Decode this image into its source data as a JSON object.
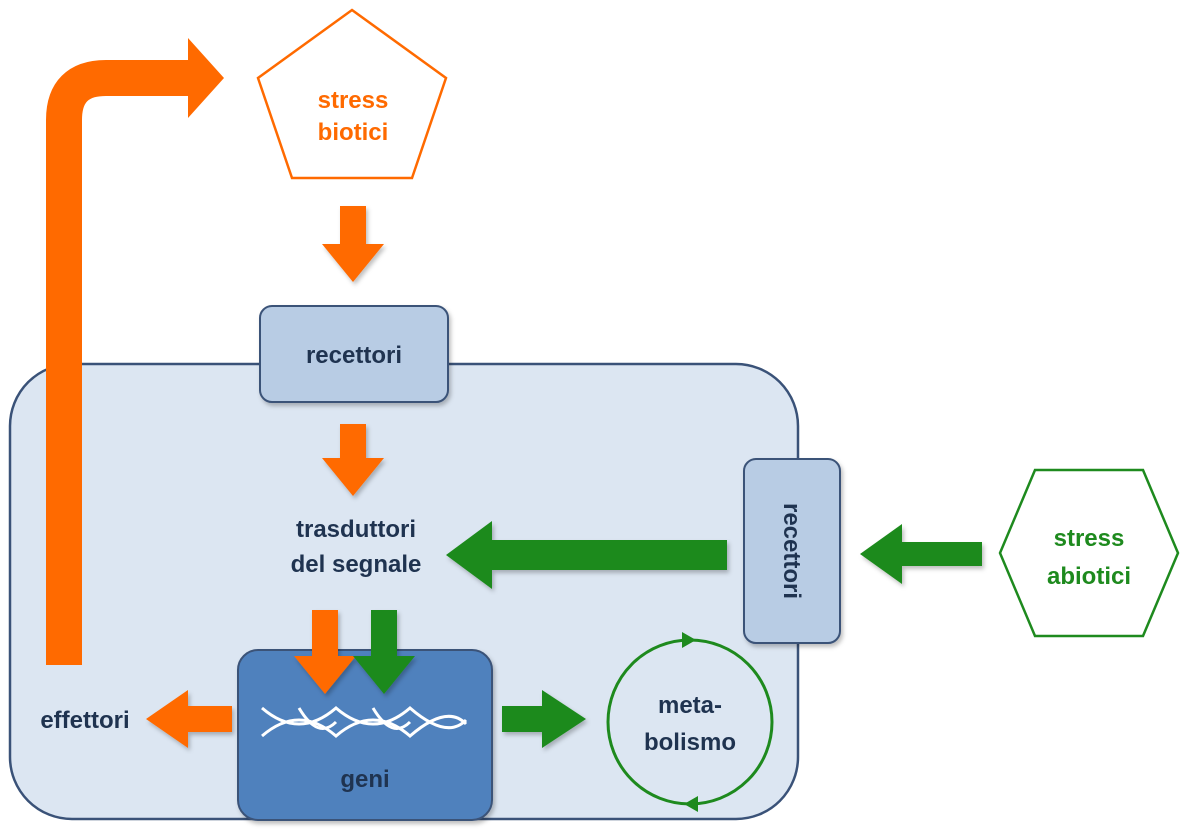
{
  "nodes": {
    "biotic_stress": {
      "lines": [
        "stress",
        "biotici"
      ]
    },
    "abiotic_stress": {
      "lines": [
        "stress",
        "abiotici"
      ]
    },
    "receptors_top": {
      "label": "recettori"
    },
    "receptors_side": {
      "label": "recettori"
    },
    "transducers": {
      "lines": [
        "trasduttori",
        "del segnale"
      ]
    },
    "genes": {
      "label": "geni"
    },
    "metabolism": {
      "lines": [
        "meta-",
        "bolismo"
      ]
    },
    "effectors": {
      "label": "effettori"
    }
  },
  "colors": {
    "biotic": "#ff6a00",
    "abiotic": "#1e8a1e",
    "cell_fill": "#dce6f2",
    "cell_stroke": "#3a5278",
    "receptor_fill": "#b8cce4",
    "genes_fill": "#4f81bd",
    "dark_text": "#1f3350",
    "white": "#ffffff"
  }
}
